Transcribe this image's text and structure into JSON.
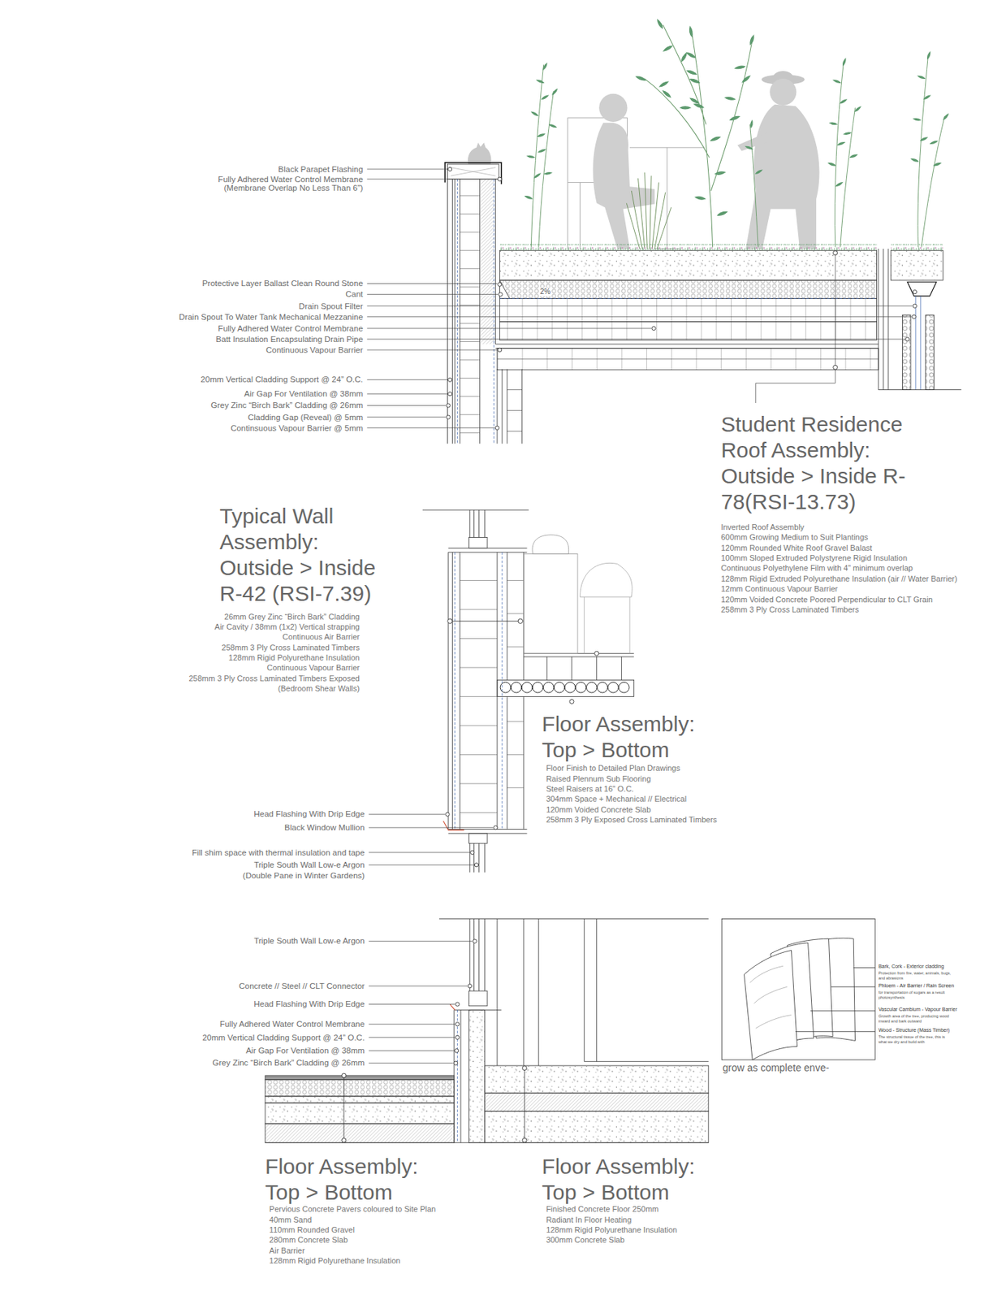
{
  "diagram": {
    "labels": [
      "Black Parapet Flashing",
      "Fully Adhered Water Control Membrane",
      "(Membrane Overlap No Less Than 6”)",
      "Protective Layer Ballast Clean Round Stone",
      "Cant",
      "Drain Spout Filter",
      "Drain Spout To Water Tank Mechanical Mezzanine",
      "Fully Adhered Water Control Membrane",
      "Batt Insulation Encapsulating Drain Pipe",
      "Continuous Vapour Barrier",
      "20mm Vertical Cladding Support @ 24” O.C.",
      "Air Gap For Ventilation @ 38mm",
      "Grey Zinc “Birch Bark” Cladding @ 26mm",
      "Cladding Gap (Reveal) @ 5mm",
      "Continsuous Vapour Barrier @ 5mm",
      "2%",
      "Student Residence Roof Assembly: Outside > Inside R-78(RSI-13.73)",
      "Inverted Roof Assembly",
      "600mm Growing Medium to Suit Plantings",
      "120mm Rounded White Roof Gravel Balast",
      "100mm Sloped Extruded Polystyrene Rigid Insulation",
      "Continuous Polyethylene Film with 4” minimum overlap",
      "128mm Rigid Extruded Polyurethane Insulation (air // Water Barrier)",
      "12mm Continuous Vapour Barrier",
      "120mm Voided Concrete Poored Perpendicular to CLT Grain",
      "258mm 3 Ply Cross Laminated Timbers",
      "Typical Wall Assembly: Outside > Inside R-42 (RSI-7.39)",
      "26mm Grey Zinc “Birch Bark” Cladding",
      "Air Cavity / 38mm (1x2) Vertical strapping",
      "Continuous Air Barrier",
      "258mm 3 Ply Cross Laminated Timbers",
      "128mm Rigid Polyurethane Insulation",
      "Continuous Vapour Barrier",
      "258mm 3 Ply Cross Laminated Timbers Exposed",
      "(Bedroom Shear Walls)",
      "Floor Assembly: Top > Bottom",
      "Floor Finish to Detailed Plan Drawings",
      "Raised Plennum Sub Flooring",
      "Steel Raisers at 16” O.C.",
      "304mm Space + Mechanical // Electrical",
      "120mm Voided Concrete Slab",
      "258mm 3 Ply Exposed Cross Laminated Timbers",
      "Head Flashing With Drip Edge",
      "Black Window Mullion",
      "Fill shim space with thermal insulation and tape",
      "Triple South Wall Low-e Argon",
      "(Double Pane in Winter Gardens)",
      "Triple South Wall Low-e Argon",
      "Concrete // Steel // CLT Connector",
      "Head Flashing With Drip Edge",
      "Fully Adhered Water Control Membrane",
      "20mm Vertical Cladding Support @ 24” O.C.",
      "Air Gap For Ventilation @ 38mm",
      "Grey Zinc “Birch Bark” Cladding @ 26mm",
      "Bark, Cork - Exterior cladding",
      "Protection from fire, water, animals, bugs, and abrasions",
      "Phloem - Air Barrier / Rain Screen",
      "for transportation of sugars as a result photosynthesis",
      "Vascular Cambium - Vapour Barrier",
      "Growth area of the tree, producing wood inward and bark outward",
      "Wood - Structure (Mass Timber)",
      "The structural tissue of the tree, this is what we dry and build with",
      "grow as complete enve-",
      "Floor Assembly: Top > Bottom",
      "Pervious Concrete Pavers coloured to Site Plan",
      "40mm Sand",
      "110mm Rounded Gravel",
      "280mm Concrete Slab",
      "Air Barrier",
      "128mm Rigid Polyurethane Insulation",
      "Floor Assembly: Top > Bottom",
      "Finished Concrete Floor 250mm",
      "Radiant In Floor Heating",
      "128mm Rigid Polyurethane Insulation",
      "300mm Concrete Slab"
    ]
  }
}
